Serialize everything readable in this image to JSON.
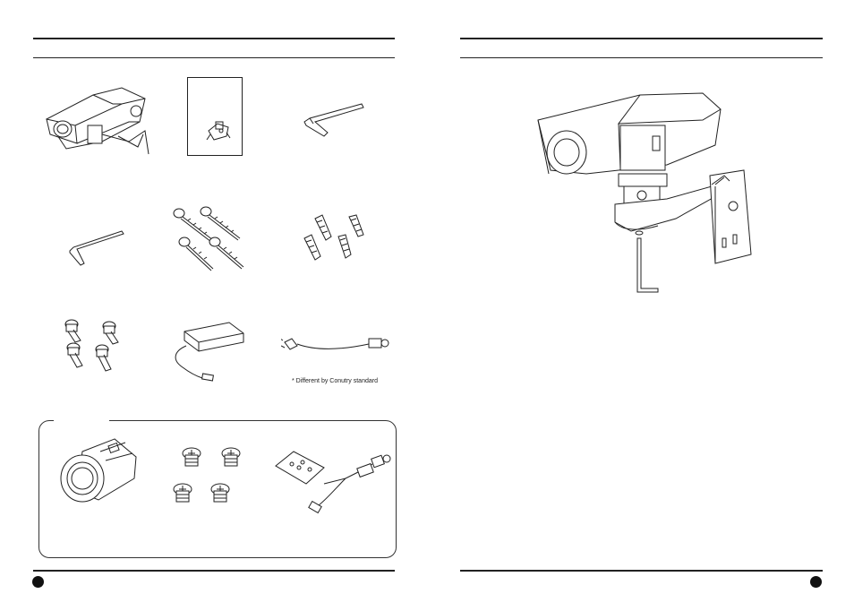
{
  "left_page": {
    "accessories": [
      {
        "name": "camera-housing"
      },
      {
        "name": "quick-guide"
      },
      {
        "name": "l-wrench-large"
      },
      {
        "name": "l-wrench-small"
      },
      {
        "name": "screws"
      },
      {
        "name": "anchors"
      },
      {
        "name": "bolts"
      },
      {
        "name": "power-adapter"
      },
      {
        "name": "power-cord"
      }
    ],
    "cord_note": "* Different by Conutry standard",
    "options": [
      {
        "name": "lens"
      },
      {
        "name": "mounting-screws"
      },
      {
        "name": "osd-remote-controller"
      }
    ]
  },
  "right_page": {
    "figure": "camera-on-wall-bracket"
  },
  "colors": {
    "line": "#222222",
    "background": "#ffffff"
  }
}
